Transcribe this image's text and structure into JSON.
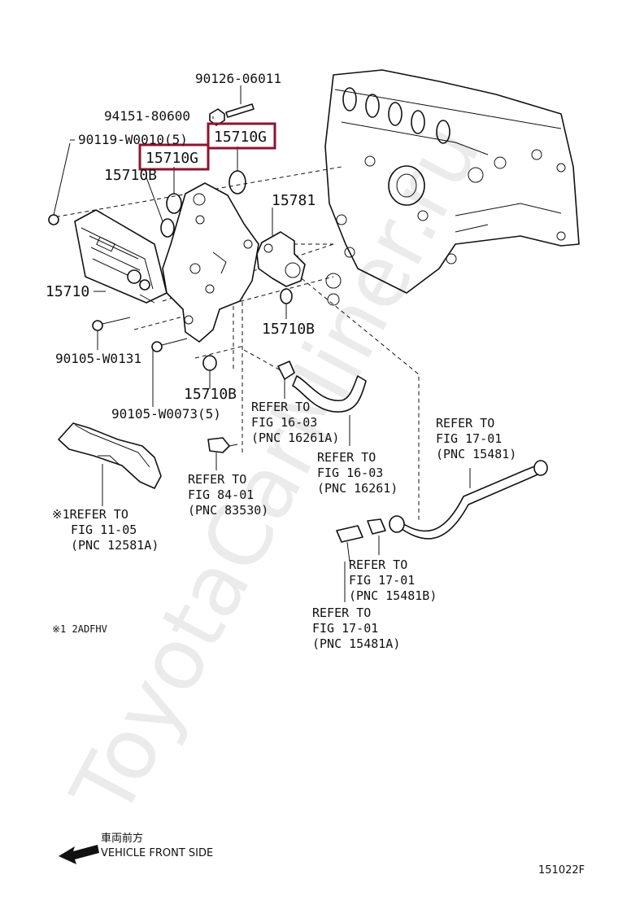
{
  "watermark": "ToyotaCarMiner.ru",
  "part_labels": {
    "p90126": "90126-06011",
    "p94151": "94151-80600",
    "p90119": "90119-W0010(5)",
    "p15710g_a": "15710G",
    "p15710g_b": "15710G",
    "p15710b_a": "15710B",
    "p15781": "15781",
    "p15710": "15710",
    "p15710b_b": "15710B",
    "p90105a": "90105-W0131",
    "p15710b_c": "15710B",
    "p90105b": "90105-W0073(5)"
  },
  "references": {
    "r1": [
      "REFER TO",
      "FIG 16-03",
      "(PNC 16261A)"
    ],
    "r2": [
      "REFER TO",
      "FIG 16-03",
      "(PNC 16261)"
    ],
    "r3": [
      "REFER TO",
      "FIG 17-01",
      "(PNC 15481)"
    ],
    "r4": [
      "REFER TO",
      "FIG 84-01",
      "(PNC 83530)"
    ],
    "r5": [
      "※1REFER TO",
      "FIG 11-05",
      "(PNC 12581A)"
    ],
    "r6": [
      "REFER TO",
      "FIG 17-01",
      "(PNC 15481B)"
    ],
    "r7": [
      "REFER TO",
      "FIG 17-01",
      "(PNC 15481A)"
    ]
  },
  "footnote": "※1 2ADFHV",
  "direction": {
    "jp": "車両前方",
    "en": "VEHICLE FRONT SIDE"
  },
  "diagram_id": "151022F",
  "colors": {
    "highlight": "#8b1530",
    "line": "#111111",
    "watermark": "#dcdcdc"
  }
}
